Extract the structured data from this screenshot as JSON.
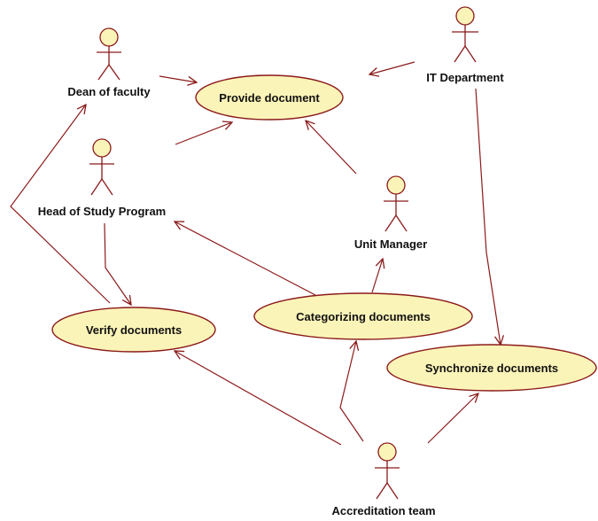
{
  "colors": {
    "line": "#8b1a1a",
    "usecase_fill": "#fbf4b8",
    "actor_head_fill": "#fbf4b8",
    "text": "#111111"
  },
  "actors": [
    {
      "id": "dean",
      "name": "Dean of faculty"
    },
    {
      "id": "it",
      "name": "IT Department"
    },
    {
      "id": "head",
      "name": "Head of Study Program"
    },
    {
      "id": "unit",
      "name": "Unit Manager"
    },
    {
      "id": "accreditation",
      "name": "Accreditation team"
    }
  ],
  "use_cases": [
    {
      "id": "provide",
      "name": "Provide document"
    },
    {
      "id": "verify",
      "name": "Verify documents"
    },
    {
      "id": "categorize",
      "name": "Categorizing documents"
    },
    {
      "id": "synchronize",
      "name": "Synchronize documents"
    }
  ],
  "associations": [
    {
      "from": "dean",
      "to": "provide"
    },
    {
      "from": "it",
      "to": "provide"
    },
    {
      "from": "head",
      "to": "provide"
    },
    {
      "from": "unit",
      "to": "provide"
    },
    {
      "from": "head",
      "to": "verify"
    },
    {
      "from": "verify",
      "to": "dean"
    },
    {
      "from": "categorize",
      "to": "head"
    },
    {
      "from": "categorize",
      "to": "unit"
    },
    {
      "from": "it",
      "to": "synchronize"
    },
    {
      "from": "accreditation",
      "to": "verify"
    },
    {
      "from": "accreditation",
      "to": "categorize"
    },
    {
      "from": "accreditation",
      "to": "synchronize"
    }
  ]
}
